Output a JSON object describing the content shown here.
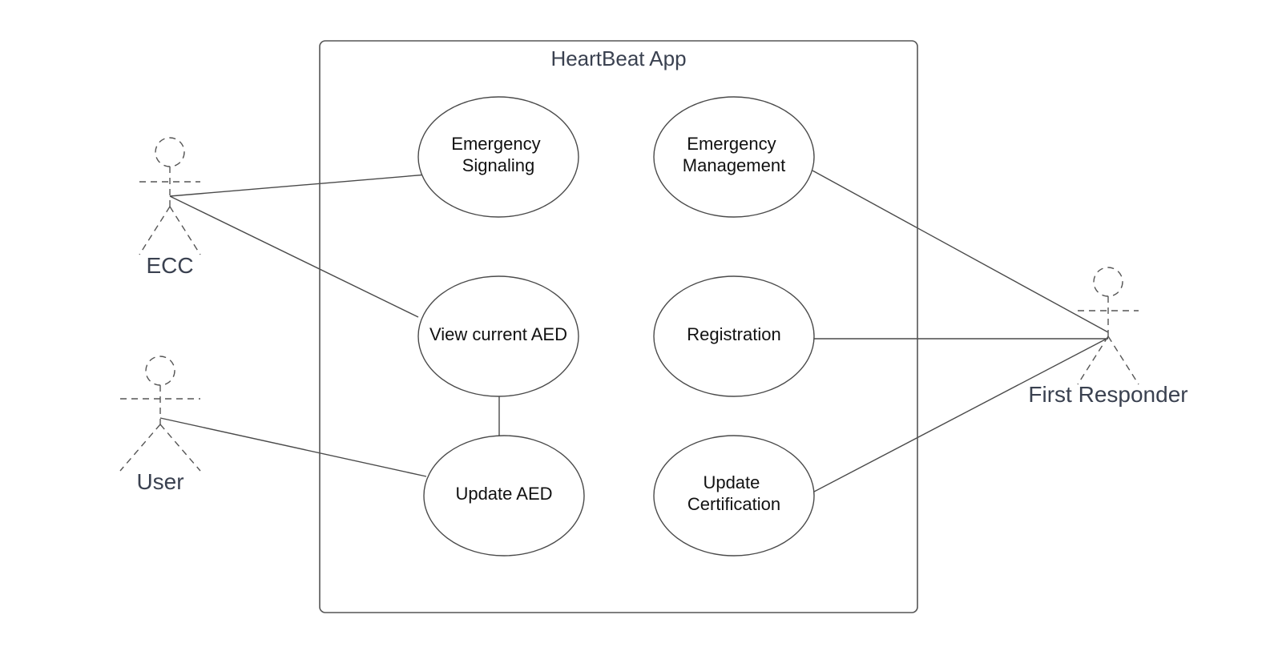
{
  "system": {
    "title": "HeartBeat App"
  },
  "actors": [
    {
      "id": "ecc",
      "label": "ECC"
    },
    {
      "id": "user",
      "label": "User"
    },
    {
      "id": "first-responder",
      "label": "First Responder"
    }
  ],
  "use_cases": [
    {
      "id": "emergency-signaling",
      "lines": [
        "Emergency",
        "Signaling"
      ]
    },
    {
      "id": "emergency-management",
      "lines": [
        "Emergency",
        "Management"
      ]
    },
    {
      "id": "view-current-aed",
      "lines": [
        "View current AED"
      ]
    },
    {
      "id": "registration",
      "lines": [
        "Registration"
      ]
    },
    {
      "id": "update-aed",
      "lines": [
        "Update AED"
      ]
    },
    {
      "id": "update-certification",
      "lines": [
        "Update",
        "Certification"
      ]
    }
  ],
  "associations": [
    {
      "from": "ecc",
      "to": "emergency-signaling"
    },
    {
      "from": "ecc",
      "to": "view-current-aed"
    },
    {
      "from": "user",
      "to": "update-aed"
    },
    {
      "from": "view-current-aed",
      "to": "update-aed"
    },
    {
      "from": "first-responder",
      "to": "emergency-management"
    },
    {
      "from": "first-responder",
      "to": "registration"
    },
    {
      "from": "first-responder",
      "to": "update-certification"
    }
  ]
}
